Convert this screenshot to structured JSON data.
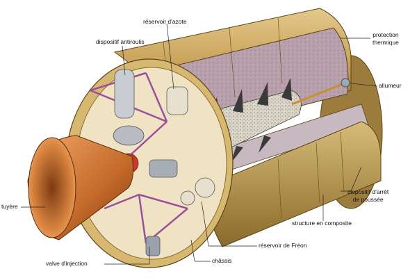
{
  "labels": {
    "reservoir_azote": "réservoir d'azote",
    "dispositif_antiroulis": "dispositif antiroulis",
    "protection_thermique_l1": "protection",
    "protection_thermique_l2": "thermique",
    "allumeur": "allumeur",
    "dispositif_arret_l1": "dispositif d'arrêt",
    "dispositif_arret_l2": "de poussée",
    "structure_composite": "structure en composite",
    "tuyere": "tuyère",
    "reservoir_freon": "réservoir de Fréon",
    "valve_injection": "valve d'injection",
    "chassis": "châssis"
  },
  "colors": {
    "casing": "#c9a35a",
    "casing_dark": "#8a6a2a",
    "casing_light": "#e2c787",
    "thermal_lining": "#b39aa6",
    "propellant_core": "#d9d4c8",
    "nozzle": "#c46a2a",
    "nozzle_inner": "#e9985a",
    "frame": "#9a4f9a",
    "leader_line": "#222222"
  }
}
